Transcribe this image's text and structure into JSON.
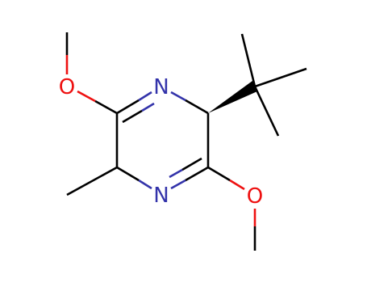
{
  "molecule": {
    "colors": {
      "bond": "#000000",
      "nitrogen": "#3333aa",
      "oxygen": "#ee1111",
      "background": "#ffffff"
    },
    "atoms": {
      "n_top": "N",
      "n_bottom": "N",
      "o_left": "O",
      "o_right": "O"
    }
  }
}
